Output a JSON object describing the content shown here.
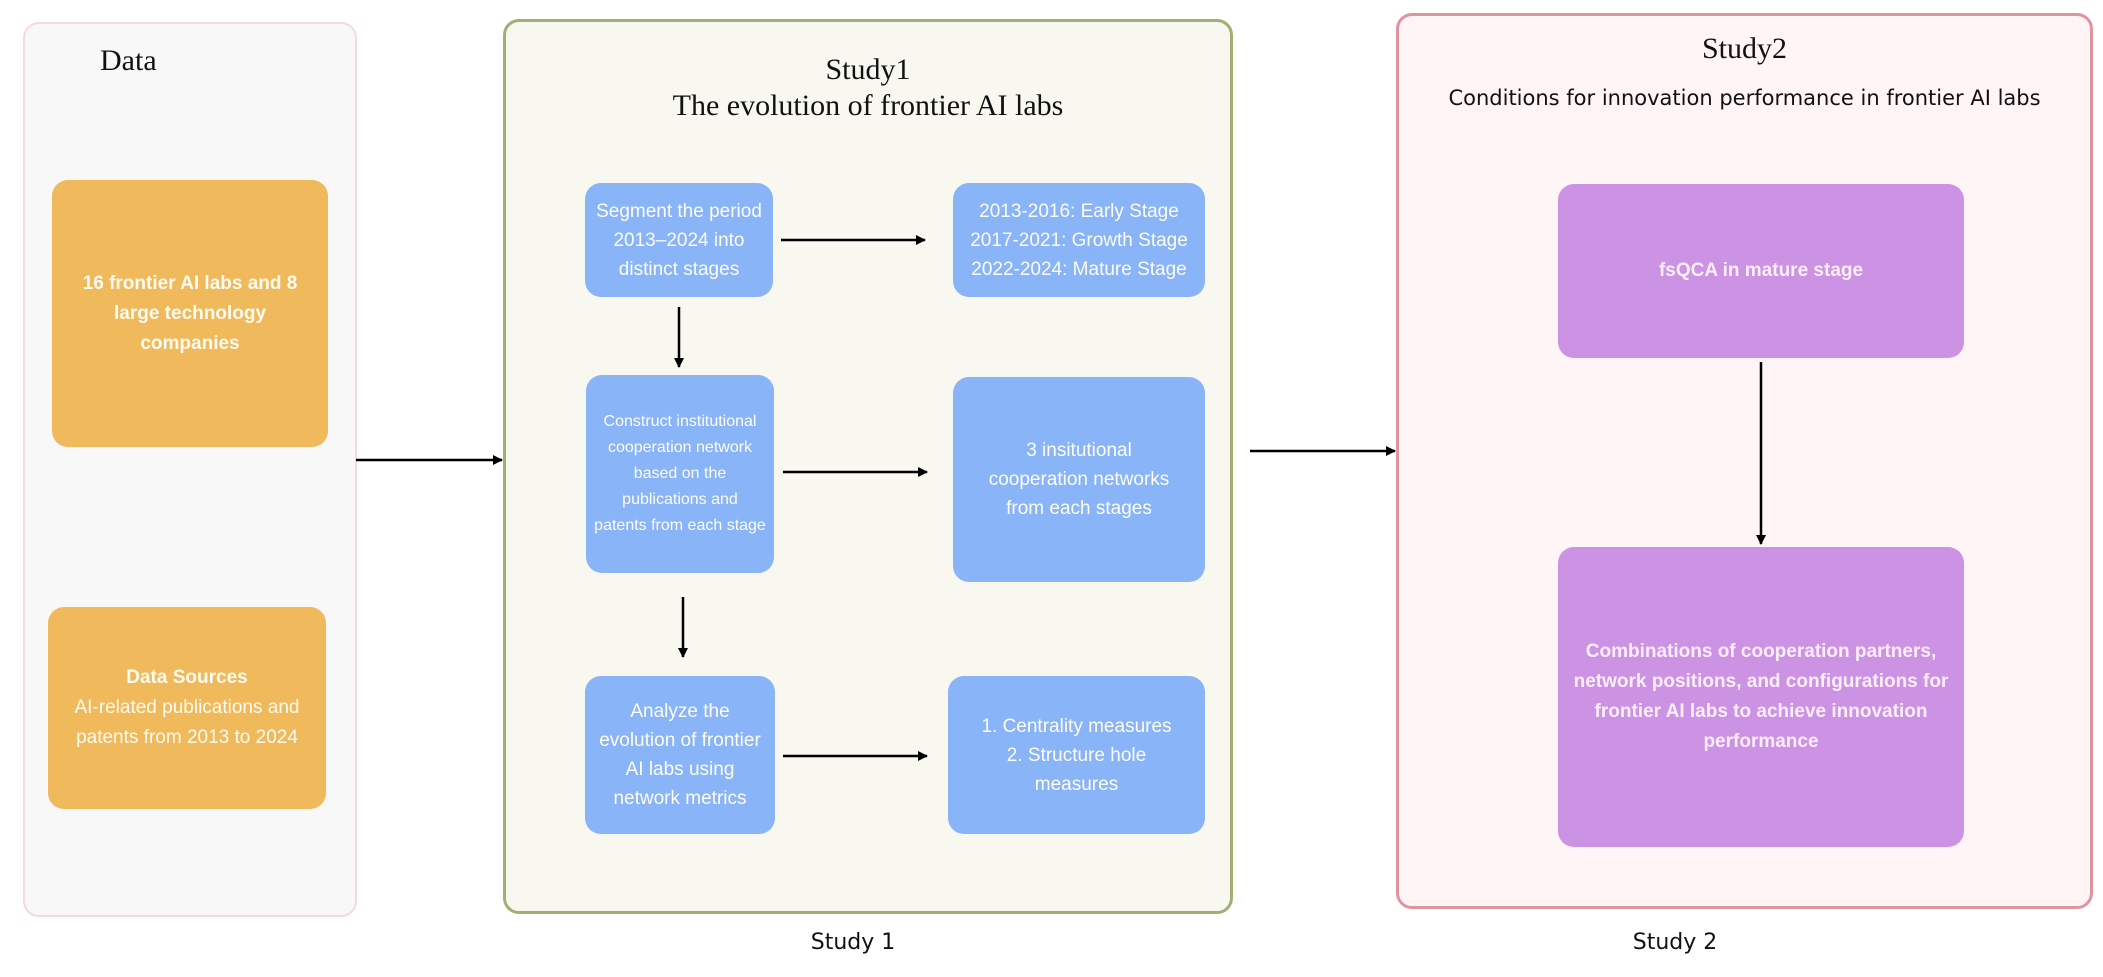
{
  "data_panel": {
    "title": "Data",
    "box_labs": "16 frontier AI labs and  8 large technology companies",
    "box_sources_title": "Data Sources",
    "box_sources_text": "AI-related publications and patents from 2013 to 2024"
  },
  "study1": {
    "title_line1": "Study1",
    "title_line2": "The evolution of frontier AI labs",
    "steps": [
      {
        "label": "Segment the period 2013–2024 into distinct stages",
        "result_lines": [
          "2013-2016: Early Stage",
          "2017-2021: Growth Stage",
          "2022-2024: Mature Stage"
        ]
      },
      {
        "label": "Construct institutional cooperation network based on the publications and patents from each stage",
        "result_lines": [
          "3 insitutional cooperation networks from each stages"
        ]
      },
      {
        "label": "Analyze the evolution of frontier AI labs using network metrics",
        "result_lines": [
          "1.  Centrality measures",
          "2.  Structure hole measures"
        ]
      }
    ],
    "caption": "Study 1"
  },
  "study2": {
    "title_line1": "Study2",
    "title_line2": "Conditions for innovation performance in frontier AI labs",
    "box_method": "fsQCA in mature stage",
    "box_result": "Combinations of cooperation partners, network positions, and configurations for frontier AI labs to achieve innovation performance",
    "caption": "Study 2"
  },
  "colors": {
    "data_box": "#f0b95c",
    "study1_box": "#8ab4f8",
    "study2_box": "#cc92e3",
    "study1_border": "#a3ae73",
    "study2_border": "#e2949e"
  }
}
